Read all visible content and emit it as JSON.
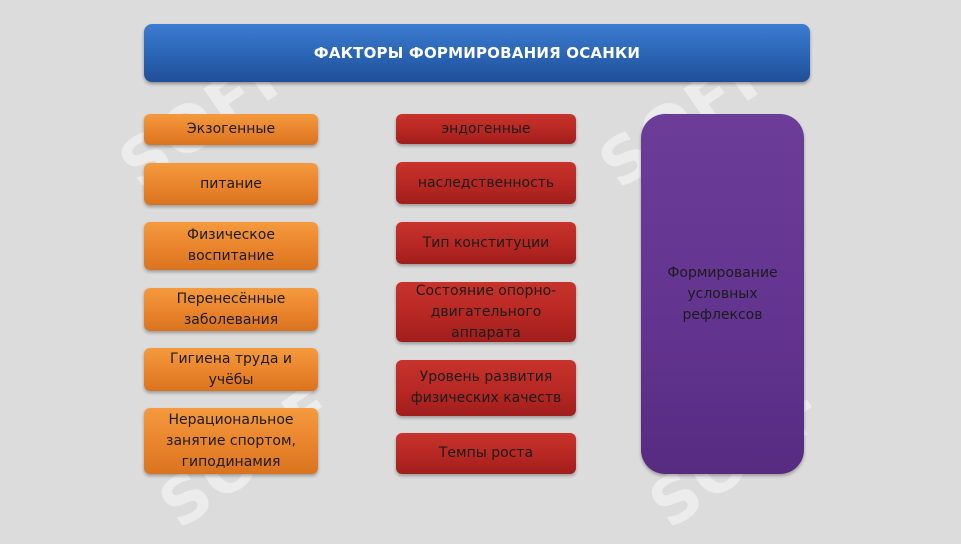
{
  "header": {
    "title": "ФАКТОРЫ ФОРМИРОВАНИЯ ОСАНКИ"
  },
  "exogenous": {
    "items": [
      "Экзогенные",
      "питание",
      "Физическое воспитание",
      "Перенесённые заболевания",
      "Гигиена труда и учёбы",
      "Нерациональное занятие спортом, гиподинамия"
    ]
  },
  "endogenous": {
    "items": [
      "эндогенные",
      "наследственность",
      "Тип конституции",
      "Состояние опорно-двигательного аппарата",
      "Уровень развития физических качеств",
      "Темпы роста"
    ]
  },
  "result": {
    "label": "Формирование условных рефлексов"
  },
  "watermark": {
    "text": "SOFF"
  },
  "colors": {
    "header": "#2a64b4",
    "exogenous": "#e8822a",
    "endogenous": "#b52622",
    "result": "#62348f",
    "background": "#dcdcdc"
  }
}
